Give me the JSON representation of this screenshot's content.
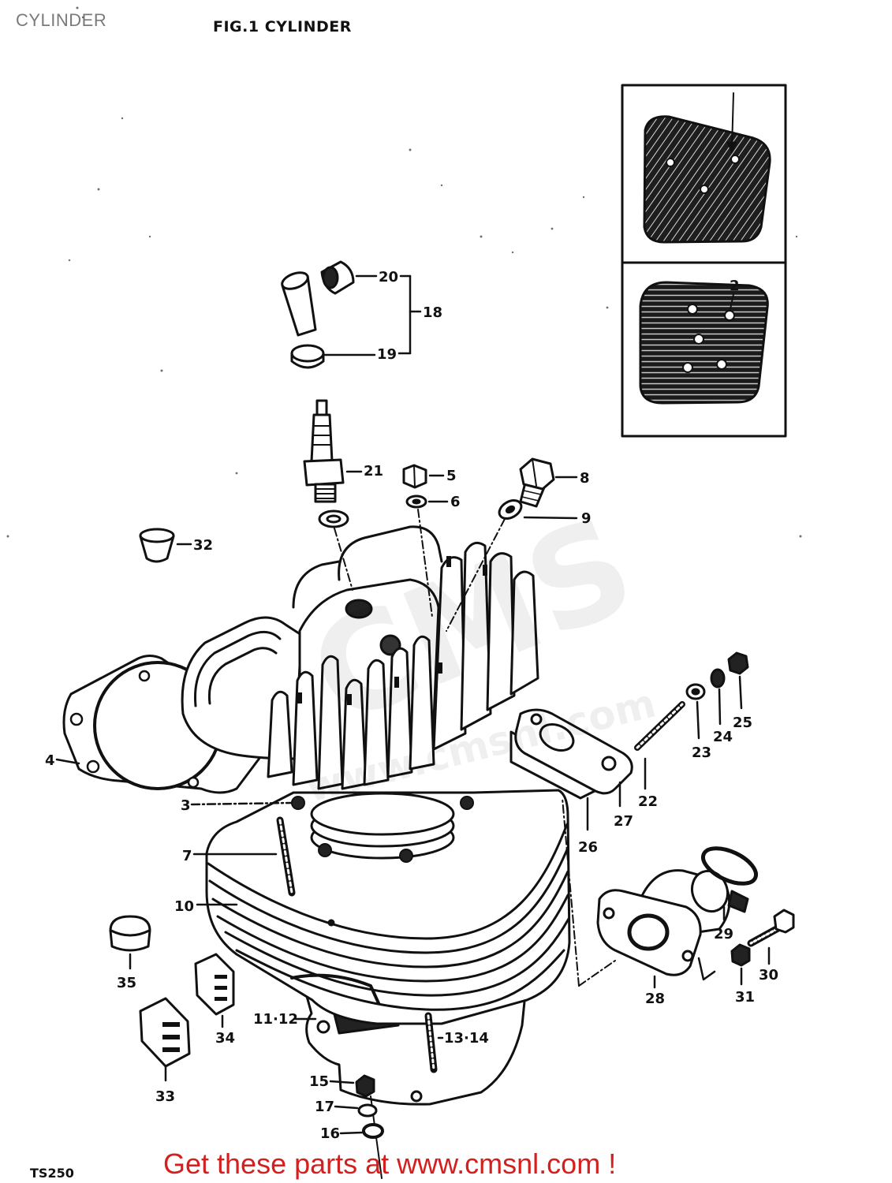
{
  "header": {
    "page_title": "CYLINDER"
  },
  "figure": {
    "title": "FIG.1 CYLINDER",
    "model_code": "TS250"
  },
  "callouts": [
    "20",
    "18",
    "19",
    "21",
    "5",
    "6",
    "8",
    "9",
    "32",
    "2",
    "4",
    "3",
    "7",
    "10",
    "35",
    "34",
    "33",
    "11·12",
    "13·14",
    "15",
    "17",
    "16",
    "22",
    "23",
    "24",
    "25",
    "26",
    "27",
    "28",
    "29",
    "30",
    "31"
  ],
  "footer": {
    "cta": "Get these parts at www.cmsnl.com !"
  },
  "watermark": {
    "logo": "CMS",
    "url": "www.cmsnl.com"
  },
  "colors": {
    "cta_text": "#d41f1f",
    "line_art": "#111111",
    "header_text": "#7a7a7a",
    "background": "#ffffff"
  }
}
